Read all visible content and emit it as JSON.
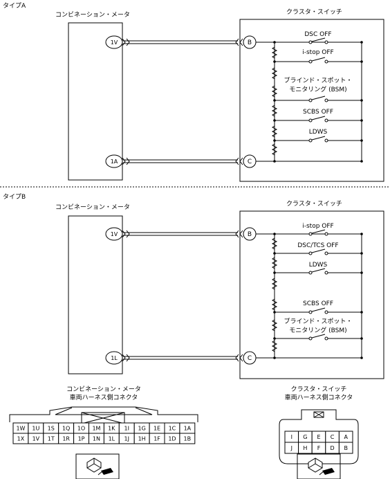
{
  "section_a": {
    "type_label": "タイプA",
    "meter_title": "コンビネーション・メータ",
    "switch_title": "クラスタ・スイッチ",
    "terminals": {
      "meter_top": "1V",
      "meter_bottom": "1A",
      "switch_top": "B",
      "switch_bottom": "C"
    },
    "switches": [
      "DSC OFF",
      "i-stop OFF",
      "ブラインド・スポット・",
      "モニタリング (BSM)",
      "SCBS OFF",
      "LDWS"
    ]
  },
  "section_b": {
    "type_label": "タイプB",
    "meter_title": "コンビネーション・メータ",
    "switch_title": "クラスタ・スイッチ",
    "terminals": {
      "meter_top": "1V",
      "meter_bottom": "1L",
      "switch_top": "B",
      "switch_bottom": "C"
    },
    "switches": [
      "i-stop OFF",
      "DSC/TCS OFF",
      "LDWS",
      "SCBS OFF",
      "ブラインド・スポット・",
      "モニタリング (BSM)"
    ]
  },
  "connectors": {
    "meter": {
      "title_line1": "コンビネーション・メータ",
      "title_line2": "車両ハーネス側コネクタ",
      "row1": [
        "1W",
        "1U",
        "1S",
        "1Q",
        "1O",
        "1M",
        "1K",
        "1I",
        "1G",
        "1E",
        "1C",
        "1A"
      ],
      "row2": [
        "1X",
        "1V",
        "1T",
        "1R",
        "1P",
        "1N",
        "1L",
        "1J",
        "1H",
        "1F",
        "1D",
        "1B"
      ]
    },
    "switch": {
      "title_line1": "クラスタ・スイッチ",
      "title_line2": "車両ハーネス側コネクタ",
      "row1": [
        "I",
        "G",
        "E",
        "C",
        "A"
      ],
      "row2": [
        "J",
        "H",
        "F",
        "D",
        "B"
      ]
    }
  }
}
